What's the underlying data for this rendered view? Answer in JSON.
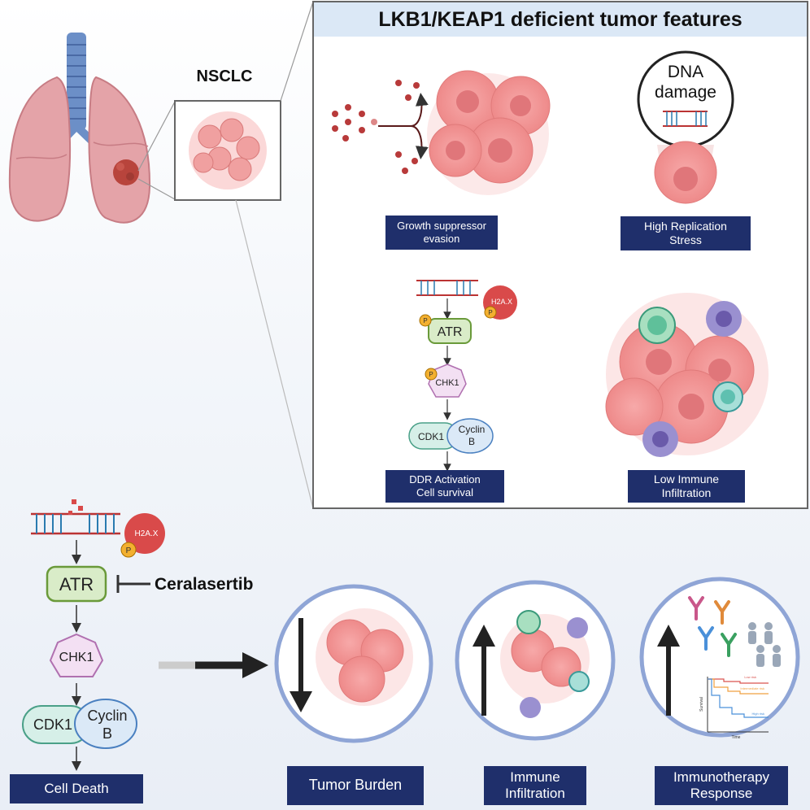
{
  "header": {
    "title": "LKB1/KEAP1 deficient tumor features"
  },
  "lung": {
    "label": "NSCLC"
  },
  "features": {
    "growth": [
      "Growth suppressor",
      "evasion"
    ],
    "replication": [
      "High Replication",
      "Stress"
    ],
    "dna_damage": [
      "DNA",
      "damage"
    ],
    "ddr": [
      "DDR Activation",
      "Cell survival"
    ],
    "immune": [
      "Low Immune",
      "Infiltration"
    ]
  },
  "pathway_small": {
    "h2ax": "H2A.X",
    "p": "P",
    "atr": "ATR",
    "chk1": "CHK1",
    "cdk1": "CDK1",
    "cyclin": [
      "Cyclin",
      "B"
    ]
  },
  "pathway_main": {
    "h2ax": "H2A.X",
    "p": "P",
    "atr": "ATR",
    "chk1": "CHK1",
    "cdk1": "CDK1",
    "cyclin": [
      "Cyclin",
      "B"
    ],
    "drug": "Ceralasertib",
    "outcome": "Cell Death"
  },
  "outcomes": {
    "tumor": "Tumor Burden",
    "immune": [
      "Immune",
      "Infiltration"
    ],
    "immuno": [
      "Immunotherapy",
      "Response"
    ]
  },
  "km_plot": {
    "ylabel": "Survival",
    "xlabel": "Time",
    "series": [
      {
        "name": "Low risk",
        "color": "#d9534f"
      },
      {
        "name": "Intermediate risk",
        "color": "#f0a040"
      },
      {
        "name": "High risk",
        "color": "#4a90d9"
      }
    ]
  },
  "colors": {
    "navy": "#1f2f6b",
    "tumor": "#f08c8c",
    "pathway_green": "#d9ecc8",
    "chk1_fill": "#f3e0f3",
    "cdk1_fill": "#d6efe8",
    "cyclin_fill": "#dbe9f7"
  }
}
